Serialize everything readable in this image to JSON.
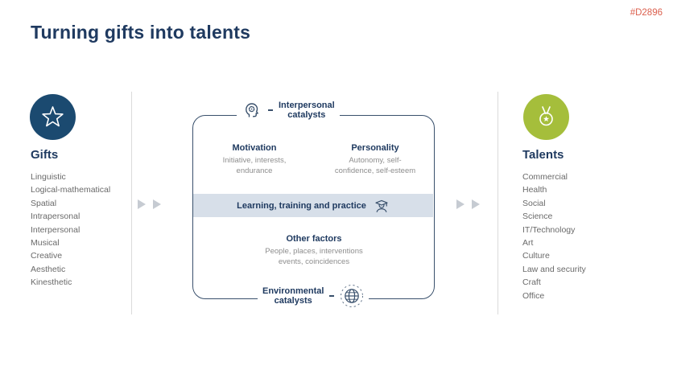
{
  "slide": {
    "title": "Turning gifts into talents",
    "code": "#D2896"
  },
  "gifts": {
    "heading": "Gifts",
    "items": [
      "Linguistic",
      "Logical-mathematical",
      "Spatial",
      "Intrapersonal",
      "Interpersonal",
      "Musical",
      "Creative",
      "Aesthetic",
      "Kinesthetic"
    ]
  },
  "talents": {
    "heading": "Talents",
    "items": [
      "Commercial",
      "Health",
      "Social",
      "Science",
      "IT/Technology",
      "Art",
      "Culture",
      "Law and security",
      "Craft",
      "Office"
    ]
  },
  "diagram": {
    "top_catalyst": "Interpersonal\ncatalysts",
    "bottom_catalyst": "Environmental\ncatalysts",
    "motivation": {
      "title": "Motivation",
      "subtitle": "Initiative, interests,\nendurance"
    },
    "personality": {
      "title": "Personality",
      "subtitle": "Autonomy, self-\nconfidence, self-esteem"
    },
    "band": "Learning, training and practice",
    "other": {
      "title": "Other factors",
      "subtitle": "People, places, interventions\nevents, coincidences"
    }
  },
  "icons": {
    "gifts_badge": "star-badge-icon",
    "talents_badge": "medal-badge-icon",
    "top": "head-brain-icon",
    "band": "graduate-icon",
    "bottom": "globe-icon"
  },
  "colors": {
    "navy": "#1F3A60",
    "box_border": "#39506C",
    "gifts_circle": "#1B4A70",
    "talents_circle": "#A5BE3B",
    "band_bg": "#D7DFE9",
    "code_accent": "#DB5F4D",
    "arrow_gray": "#C6CBD2",
    "list_gray": "#6A6A6A",
    "subtitle_gray": "#8E8E8E"
  }
}
